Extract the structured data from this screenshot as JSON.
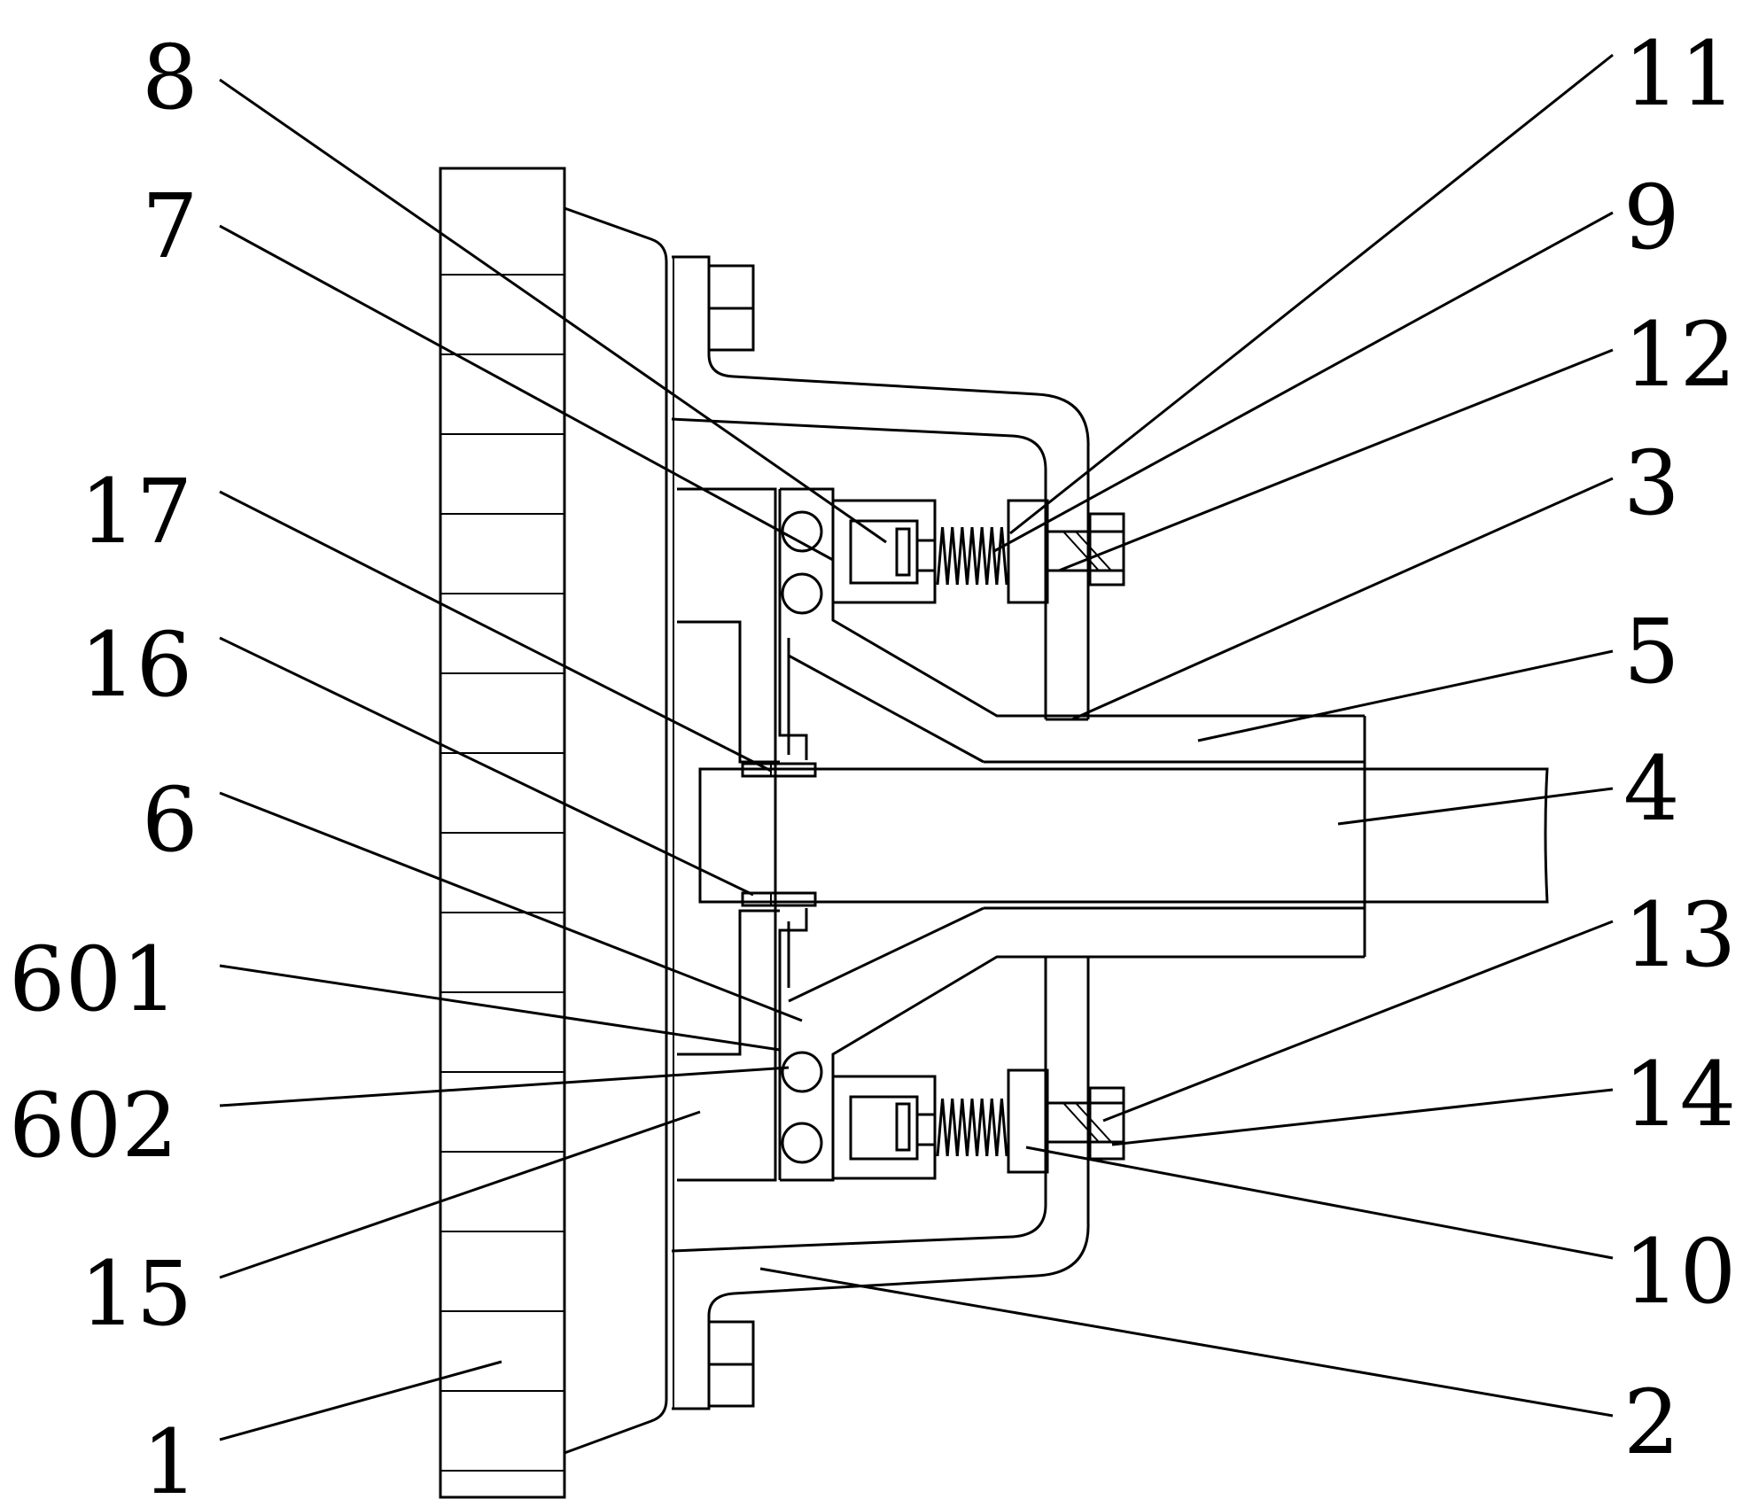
{
  "labels": [
    {
      "id": "8",
      "text": "8"
    },
    {
      "id": "7",
      "text": "7"
    },
    {
      "id": "17",
      "text": "17"
    },
    {
      "id": "16",
      "text": "16"
    },
    {
      "id": "6",
      "text": "6"
    },
    {
      "id": "601",
      "text": "601"
    },
    {
      "id": "602",
      "text": "602"
    },
    {
      "id": "15",
      "text": "15"
    },
    {
      "id": "1",
      "text": "1"
    },
    {
      "id": "11",
      "text": "11"
    },
    {
      "id": "9",
      "text": "9"
    },
    {
      "id": "12",
      "text": "12"
    },
    {
      "id": "3",
      "text": "3"
    },
    {
      "id": "5",
      "text": "5"
    },
    {
      "id": "4",
      "text": "4"
    },
    {
      "id": "13",
      "text": "13"
    },
    {
      "id": "14",
      "text": "14"
    },
    {
      "id": "10",
      "text": "10"
    },
    {
      "id": "2",
      "text": "2"
    }
  ]
}
